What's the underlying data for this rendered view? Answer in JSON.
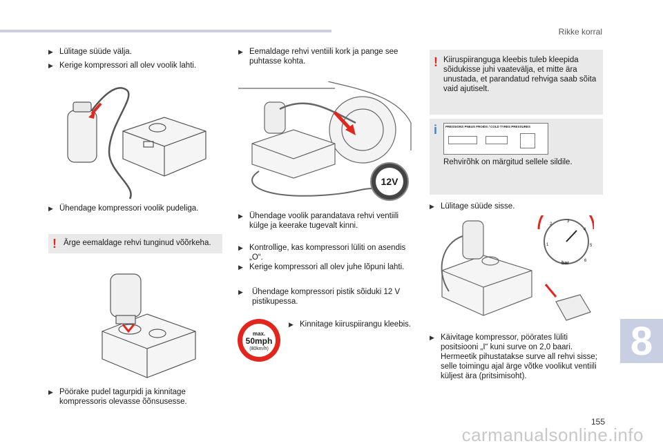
{
  "header": {
    "section": "Rikke korral"
  },
  "page": {
    "number": "155",
    "chapter": "8"
  },
  "watermark": "carmanualsonline.info",
  "col1": {
    "step1": "Lülitage süüde välja.",
    "step2": "Kerige kompressori all olev voolik lahti.",
    "step3": "Ühendage kompressori voolik pudeliga.",
    "warning": "Ärge eemaldage rehvi tunginud võõrkeha.",
    "step4": "Pöörake pudel tagurpidi ja kinnitage kompressoris olevasse õõnsusesse."
  },
  "col2": {
    "step1": "Eemaldage rehvi ventiili kork ja pange see puhtasse kohta.",
    "step2": "Ühendage voolik parandatava rehvi ventiili külge ja keerake tugevalt kinni.",
    "step3": "Kontrollige, kas kompressori lüliti on asendis „O“.",
    "step4": "Kerige kompressori all olev juhe lõpuni lahti.",
    "step5": "Ühendage kompressori pistik sõiduki 12 V pistikupessa.",
    "step6": "Kinnitage kiiruspiirangu kleebis.",
    "socket_label": "12V",
    "sticker": {
      "line1": "max.",
      "line2": "50mph",
      "line3": "(80km/h)"
    }
  },
  "col3": {
    "warning": "Kiiruspiiranguga kleebis tuleb kleepida sõidukisse juhi vaatevälja, et mitte ära unustada, et parandatud rehviga saab sõita vaid ajutiselt.",
    "info": "Rehvirõhk on märgitud sellele sildile.",
    "label_header": "PRESSIONS PNEUS FROIDS / COLD TYRES PRESSURES",
    "step1": "Lülitage süüde sisse.",
    "gauge_unit": "bar",
    "gauge_ticks": [
      "1",
      "2",
      "3",
      "4",
      "5",
      "6"
    ],
    "step2": "Käivitage kompressor, pöörates lüliti positsiooni „I“ kuni surve on 2,0 baari. Hermeetik pihustatakse surve all rehvi sisse; selle toimingu ajal ärge võtke voolikut ventiili küljest ära (pritsimisoht)."
  },
  "colors": {
    "warning": "#e2261d",
    "info": "#3a86c8",
    "band": "#c9cfe3",
    "box": "#e9e9e9"
  }
}
